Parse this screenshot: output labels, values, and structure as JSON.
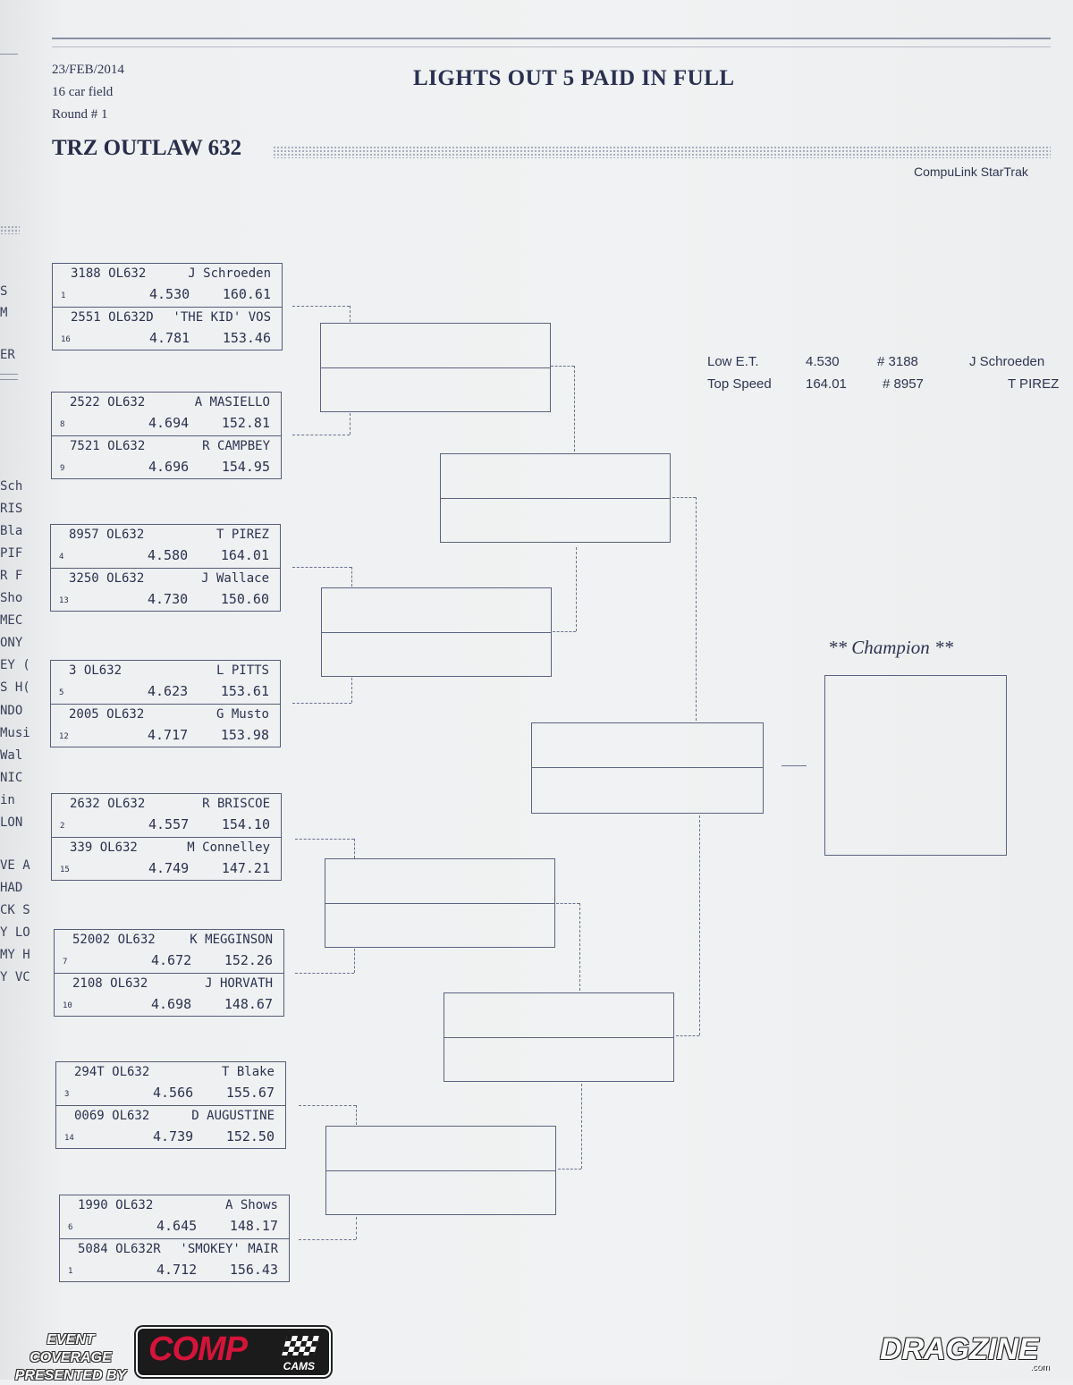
{
  "header": {
    "date": "23/FEB/2014",
    "field": "16 car field",
    "round": "Round # 1",
    "event_title": "LIGHTS OUT 5 PAID IN FULL",
    "class_title": "TRZ OUTLAW 632",
    "software": "CompuLink StarTrak"
  },
  "stats": {
    "low_et_label": "Low E.T.",
    "low_et_value": "4.530",
    "low_et_car": "# 3188",
    "low_et_driver": "J Schroeden",
    "top_speed_label": "Top Speed",
    "top_speed_value": "164.01",
    "top_speed_car": "# 8957",
    "top_speed_driver": "T PIREZ"
  },
  "champion_label": "** Champion **",
  "pairs": [
    [
      {
        "car": "3188 OL632",
        "driver": "J Schroeden",
        "seed": "1",
        "et": "4.530",
        "speed": "160.61"
      },
      {
        "car": "2551 OL632D",
        "driver": "'THE KID' VOS",
        "seed": "16",
        "et": "4.781",
        "speed": "153.46"
      }
    ],
    [
      {
        "car": "2522 OL632",
        "driver": "A MASIELLO",
        "seed": "8",
        "et": "4.694",
        "speed": "152.81"
      },
      {
        "car": "7521 OL632",
        "driver": "R CAMPBEY",
        "seed": "9",
        "et": "4.696",
        "speed": "154.95"
      }
    ],
    [
      {
        "car": "8957 OL632",
        "driver": "T PIREZ",
        "seed": "4",
        "et": "4.580",
        "speed": "164.01"
      },
      {
        "car": "3250 OL632",
        "driver": "J Wallace",
        "seed": "13",
        "et": "4.730",
        "speed": "150.60"
      }
    ],
    [
      {
        "car": "3 OL632",
        "driver": "L PITTS",
        "seed": "5",
        "et": "4.623",
        "speed": "153.61"
      },
      {
        "car": "2005 OL632",
        "driver": "G Musto",
        "seed": "12",
        "et": "4.717",
        "speed": "153.98"
      }
    ],
    [
      {
        "car": "2632 OL632",
        "driver": "R BRISCOE",
        "seed": "2",
        "et": "4.557",
        "speed": "154.10"
      },
      {
        "car": "339 OL632",
        "driver": "M Connelley",
        "seed": "15",
        "et": "4.749",
        "speed": "147.21"
      }
    ],
    [
      {
        "car": "52002 OL632",
        "driver": "K MEGGINSON",
        "seed": "7",
        "et": "4.672",
        "speed": "152.26"
      },
      {
        "car": "2108 OL632",
        "driver": "J HORVATH",
        "seed": "10",
        "et": "4.698",
        "speed": "148.67"
      }
    ],
    [
      {
        "car": "294T OL632",
        "driver": "T Blake",
        "seed": "3",
        "et": "4.566",
        "speed": "155.67"
      },
      {
        "car": "0069 OL632",
        "driver": "D AUGUSTINE",
        "seed": "14",
        "et": "4.739",
        "speed": "152.50"
      }
    ],
    [
      {
        "car": "1990 OL632",
        "driver": "A Shows",
        "seed": "6",
        "et": "4.645",
        "speed": "148.17"
      },
      {
        "car": "5084 OL632R",
        "driver": "'SMOKEY' MAIR",
        "seed": "1",
        "et": "4.712",
        "speed": "156.43"
      }
    ]
  ],
  "left_edge_text": [
    "S",
    "M",
    "ER",
    "Sch",
    "RIS",
    "Bla",
    "PIF",
    "R F",
    "Sho",
    "MEC",
    "ONY",
    "EY (",
    "S H(",
    "NDO",
    "Musi",
    "Wal",
    "NIC",
    "in",
    "LON",
    "VE A",
    "HAD",
    "CK S",
    "Y LO",
    "MY H",
    "Y VC"
  ],
  "watermarks": {
    "left_line1": "EVENT COVERAGE",
    "left_line2": "PRESENTED BY",
    "sponsor_main": "COMP",
    "sponsor_sub": "CAMS",
    "site": "DRAGZINE",
    "site_suffix": ".com"
  }
}
